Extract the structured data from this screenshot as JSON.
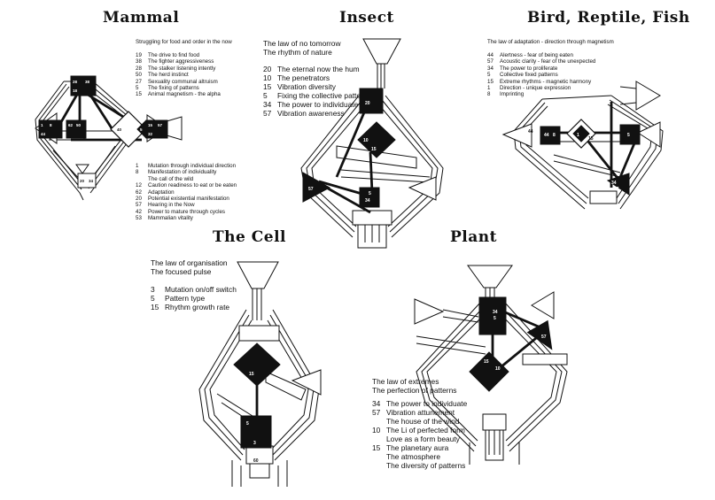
{
  "titles": {
    "mammal": "Mammal",
    "insect": "Insect",
    "bird": "Bird, Reptile, Fish",
    "cell": "The Cell",
    "plant": "Plant"
  },
  "mammal": {
    "header": "Struggling for food and order in the now",
    "list1": [
      [
        "19",
        "The drive to find food"
      ],
      [
        "38",
        "The fighter aggressiveness"
      ],
      [
        "28",
        "The stalker listening intently"
      ],
      [
        "50",
        "The herd instinct"
      ],
      [
        "27",
        "Sexuality communal altruism"
      ],
      [
        "5",
        "The fixing of patterns"
      ],
      [
        "15",
        "Animal magnetism - the alpha"
      ]
    ],
    "list2": [
      [
        "1",
        "Mutation through individual direction"
      ],
      [
        "8",
        "Manifestation of individuality"
      ],
      [
        "",
        "The call of the wild"
      ],
      [
        "12",
        "Caution readiness to eat or be eaten"
      ],
      [
        "62",
        "Adaptation"
      ],
      [
        "20",
        "Potential existential manifestation"
      ],
      [
        "57",
        "Hearing in the Now"
      ],
      [
        "42",
        "Power to mature through cycles"
      ],
      [
        "53",
        "Mammalian vitality"
      ]
    ],
    "gates": [
      "28",
      "38",
      "18",
      "1",
      "8",
      "44",
      "62",
      "50",
      "5",
      "15",
      "57",
      "32",
      "40",
      "20",
      "34"
    ]
  },
  "insect": {
    "header1": "The law of no tomorrow",
    "header2": "The rhythm of nature",
    "list": [
      [
        "20",
        "The eternal now the hum"
      ],
      [
        "10",
        "The penetrators"
      ],
      [
        "15",
        "Vibration diversity"
      ],
      [
        "5",
        "Fixing the collective pattern"
      ],
      [
        "34",
        "The power to individuate"
      ],
      [
        "57",
        "Vibration awareness"
      ]
    ],
    "gates": [
      "20",
      "10",
      "15",
      "57",
      "5",
      "34"
    ]
  },
  "bird": {
    "header": "The law of adaptation - direction through magnetism",
    "list": [
      [
        "44",
        "Alertness - fear of being eaten"
      ],
      [
        "57",
        "Acoustic clarity - fear of the unexpected"
      ],
      [
        "34",
        "The power to proliferate"
      ],
      [
        "5",
        "Collective fixed patterns"
      ],
      [
        "15",
        "Extreme rhythms - magnetic harmony"
      ],
      [
        "1",
        "Direction - unique expression"
      ],
      [
        "8",
        "Imprinting"
      ]
    ],
    "gates": [
      "44",
      "8",
      "1",
      "15",
      "5",
      "34",
      "57"
    ]
  },
  "cell": {
    "header1": "The law of organisation",
    "header2": "The focused pulse",
    "list": [
      [
        "3",
        "Mutation on/off switch"
      ],
      [
        "5",
        "Pattern type"
      ],
      [
        "15",
        "Rhythm growth rate"
      ]
    ],
    "gates": [
      "15",
      "5",
      "3",
      "60"
    ]
  },
  "plant": {
    "header1": "The law of extremes",
    "header2": "The perfection of patterns",
    "list": [
      [
        "34",
        "The power to individuate"
      ],
      [
        "57",
        "Vibration attunement"
      ],
      [
        "",
        "The house of the wind"
      ],
      [
        "10",
        "The Li of perfected form"
      ],
      [
        "",
        "Love as a form beauty"
      ],
      [
        "15",
        "The planetary aura"
      ],
      [
        "",
        "The atmosphere"
      ],
      [
        "",
        "The diversity of patterns"
      ]
    ],
    "gates": [
      "34",
      "5",
      "57",
      "15",
      "10"
    ]
  },
  "colors": {
    "ink": "#111111",
    "paper": "#ffffff"
  }
}
